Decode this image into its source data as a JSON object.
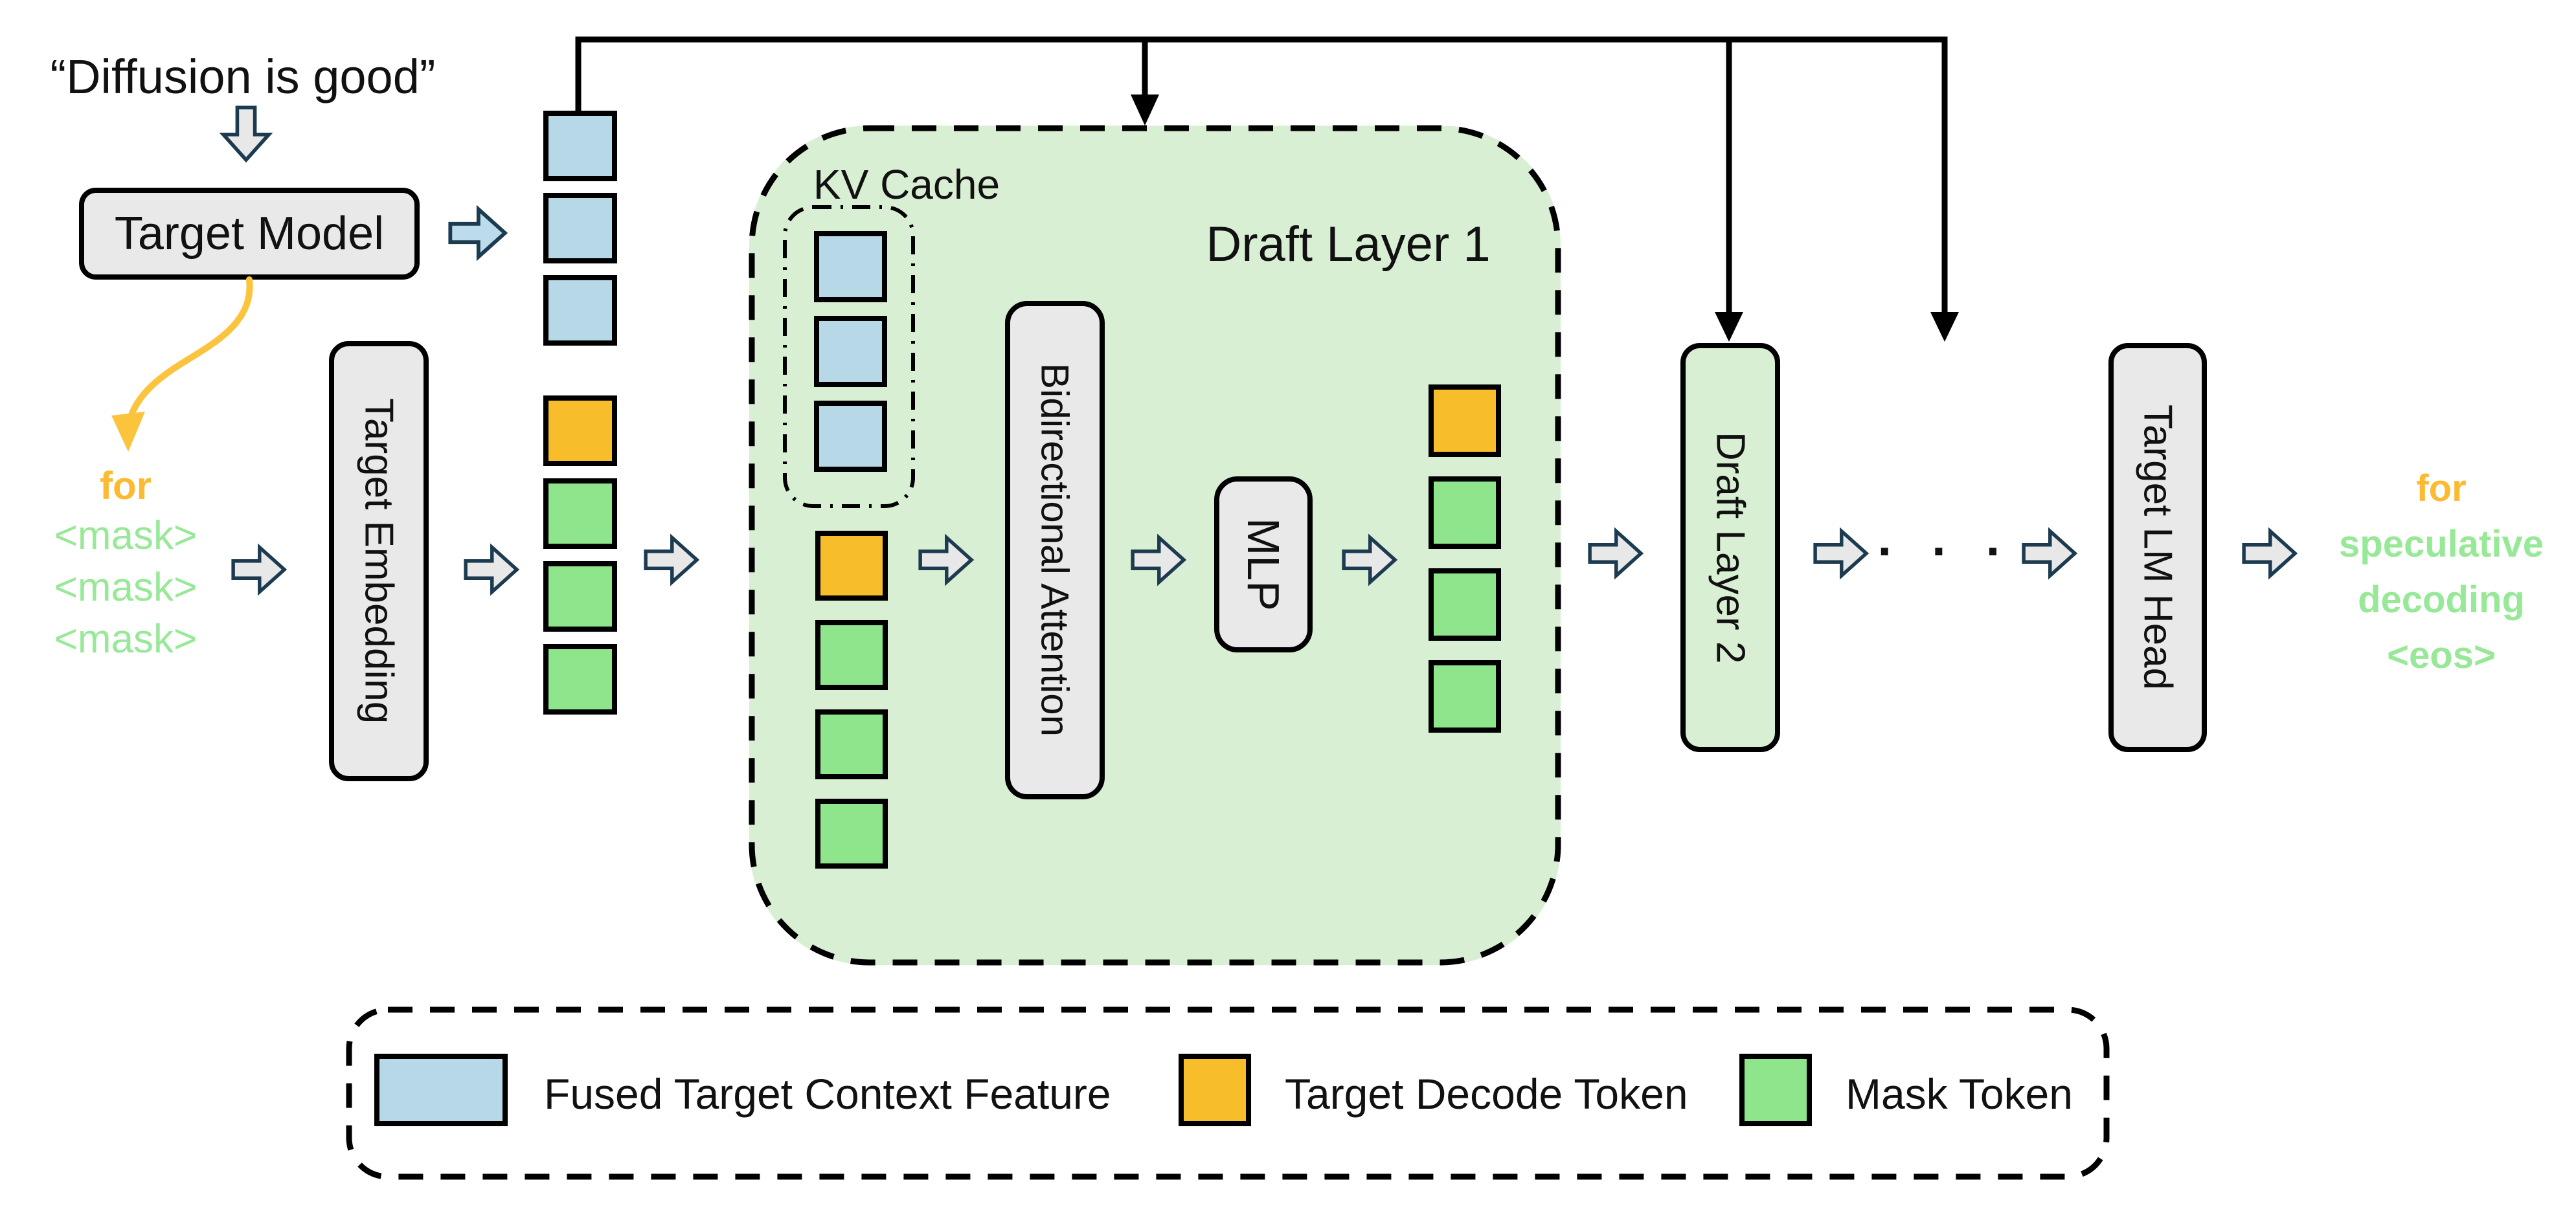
{
  "colors": {
    "token_blue": "#b7d8e6",
    "token_orange": "#f7bd2b",
    "token_green": "#8ee58c",
    "layer_green": "#d9efd3",
    "box_gray": "#e9e9e9",
    "arrow_gray": "#e8e8e8",
    "arrow_blue": "#bcdcec",
    "arrow_stroke": "#1d3b50",
    "accent_orange": "#fcba33",
    "accent_green": "#97e897",
    "curve_yellow": "#fcc33c"
  },
  "nodes": {
    "prompt": "“Diffusion is good”",
    "target_model": "Target Model",
    "target_embedding": "Target Embedding",
    "kv_cache": "KV Cache",
    "draft_layer_1": "Draft Layer 1",
    "bidirectional_attention": "Bidirectional Attention",
    "mlp": "MLP",
    "draft_layer_2": "Draft Layer 2",
    "ellipsis": "· · ·",
    "target_lm_head": "Target LM Head"
  },
  "draft_input": {
    "for_word": "for",
    "masks": [
      "<mask>",
      "<mask>",
      "<mask>"
    ]
  },
  "output_text": {
    "for_word": "for",
    "line1": "speculative",
    "line2": "decoding",
    "line3": "<eos>"
  },
  "token_columns": {
    "context_features": [
      "blue",
      "blue",
      "blue"
    ],
    "embedded_tokens": [
      "orange",
      "green",
      "green",
      "green"
    ],
    "kv_cache_entries": [
      "blue",
      "blue",
      "blue"
    ],
    "draft_layer_input": [
      "orange",
      "green",
      "green",
      "green"
    ],
    "draft_layer_output": [
      "orange",
      "green",
      "green",
      "green"
    ]
  },
  "legend": {
    "items": [
      {
        "label": "Fused Target Context Feature",
        "color": "blue"
      },
      {
        "label": "Target Decode Token",
        "color": "orange"
      },
      {
        "label": "Mask Token",
        "color": "green"
      }
    ]
  }
}
